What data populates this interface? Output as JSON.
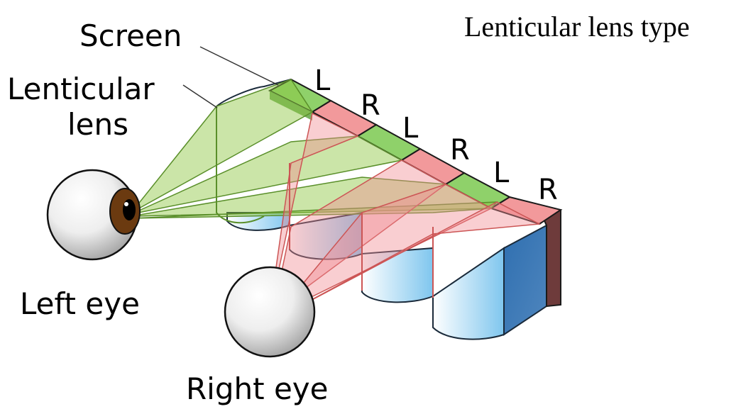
{
  "caption": "Lenticular lens type",
  "labels": {
    "screen": "Screen",
    "lens_line1": "Lenticular",
    "lens_line2": "lens",
    "left_eye": "Left eye",
    "right_eye": "Right eye"
  },
  "strip_letters": [
    "L",
    "R",
    "L",
    "R",
    "L",
    "R"
  ],
  "colors": {
    "left_strip": "#8fd16a",
    "right_strip": "#f2999b",
    "left_beam": "#8cc63f",
    "right_beam": "#f08a92",
    "lens_fill": "#a9dcf5",
    "lens_end": "#2e78b8",
    "screen_side": "#6e3b3b",
    "iris": "#6b3a10"
  }
}
